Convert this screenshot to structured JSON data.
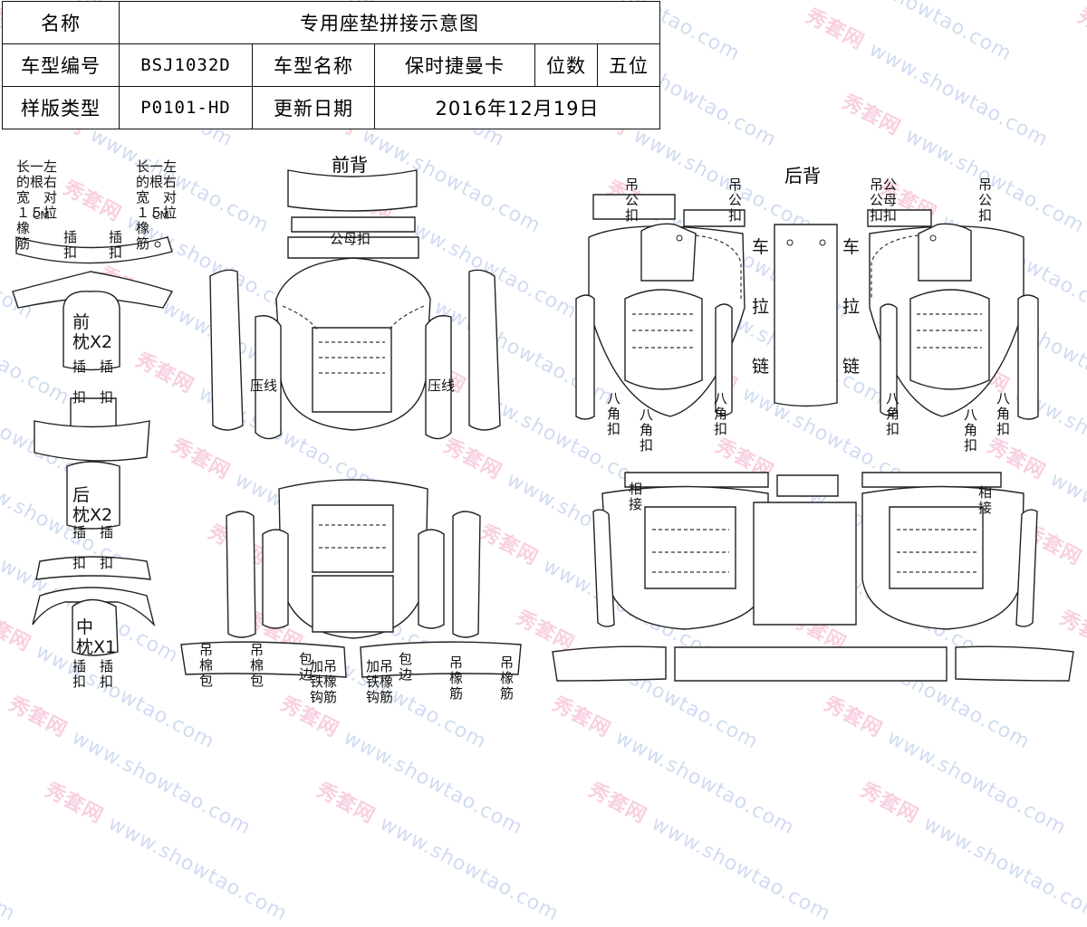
{
  "info_table": {
    "r1": {
      "k1": "名称",
      "v1": "专用座垫拼接示意图"
    },
    "r2": {
      "k1": "车型编号",
      "v1": "BSJ1032D",
      "k2": "车型名称",
      "v2": "保时捷曼卡",
      "k3": "位数",
      "v3": "五位"
    },
    "r3": {
      "k1": "样版类型",
      "v1": "P0101-HD",
      "k2": "更新日期",
      "v2": "2016年12月19日"
    }
  },
  "section_titles": {
    "front_back": "前背",
    "rear_back": "后背"
  },
  "watermark": {
    "cn": "秀套网",
    "en": "www.showtao.com"
  },
  "labels": {
    "elastic_left": "长一左\n的根右\n宽　对\n１５拉\n橡\n筋",
    "elastic_right": "长一左\n的根右\n宽　对\n１５拉\n橡\n筋",
    "cm_left": "CM",
    "cm_right": "CM",
    "buckle_a1": "插\n扣",
    "buckle_a2": "插\n扣",
    "front_pillow": "前\n枕X2",
    "fp_buckle": "插　插\n\n扣　扣",
    "rear_pillow": "后\n枕X2",
    "rp_buckle": "插　插\n\n扣　扣",
    "mid_pillow": "中\n枕X1",
    "mp_buckle": "插　插\n扣　扣",
    "male_female_1": "公母扣",
    "press_line_left": "压线",
    "press_line_right": "压线",
    "hang_1": "吊\n公\n扣",
    "hang_2": "吊\n公\n扣",
    "hang_3": "吊公\n公母\n扣扣",
    "hang_4": "吊\n公\n扣",
    "car_pull_chain_left": "车\n\n\n拉\n\n\n链",
    "car_pull_chain_right": "车\n\n\n拉\n\n\n链",
    "eight_corner_1": "八\n角\n扣",
    "eight_corner_2": "八\n角\n扣",
    "eight_corner_3": "八\n角\n扣",
    "eight_corner_4": "八\n角\n扣",
    "eight_corner_5": "八\n角\n扣",
    "eight_corner_6": "八\n角\n扣",
    "join_left": "相\n接",
    "join_right": "相\n接",
    "hang_cotton_1": "吊\n棉\n包",
    "hang_cotton_2": "吊\n棉\n包",
    "hang_wire_1": "包\n边",
    "hang_wire_1b": "加吊\n铁橡\n钩筋",
    "hang_wire_2": "加吊\n铁橡\n钩筋",
    "hang_wire_2b": "包\n边",
    "hang_elastic_1": "吊\n橡\n筋",
    "hang_elastic_2": "吊\n橡\n筋"
  }
}
